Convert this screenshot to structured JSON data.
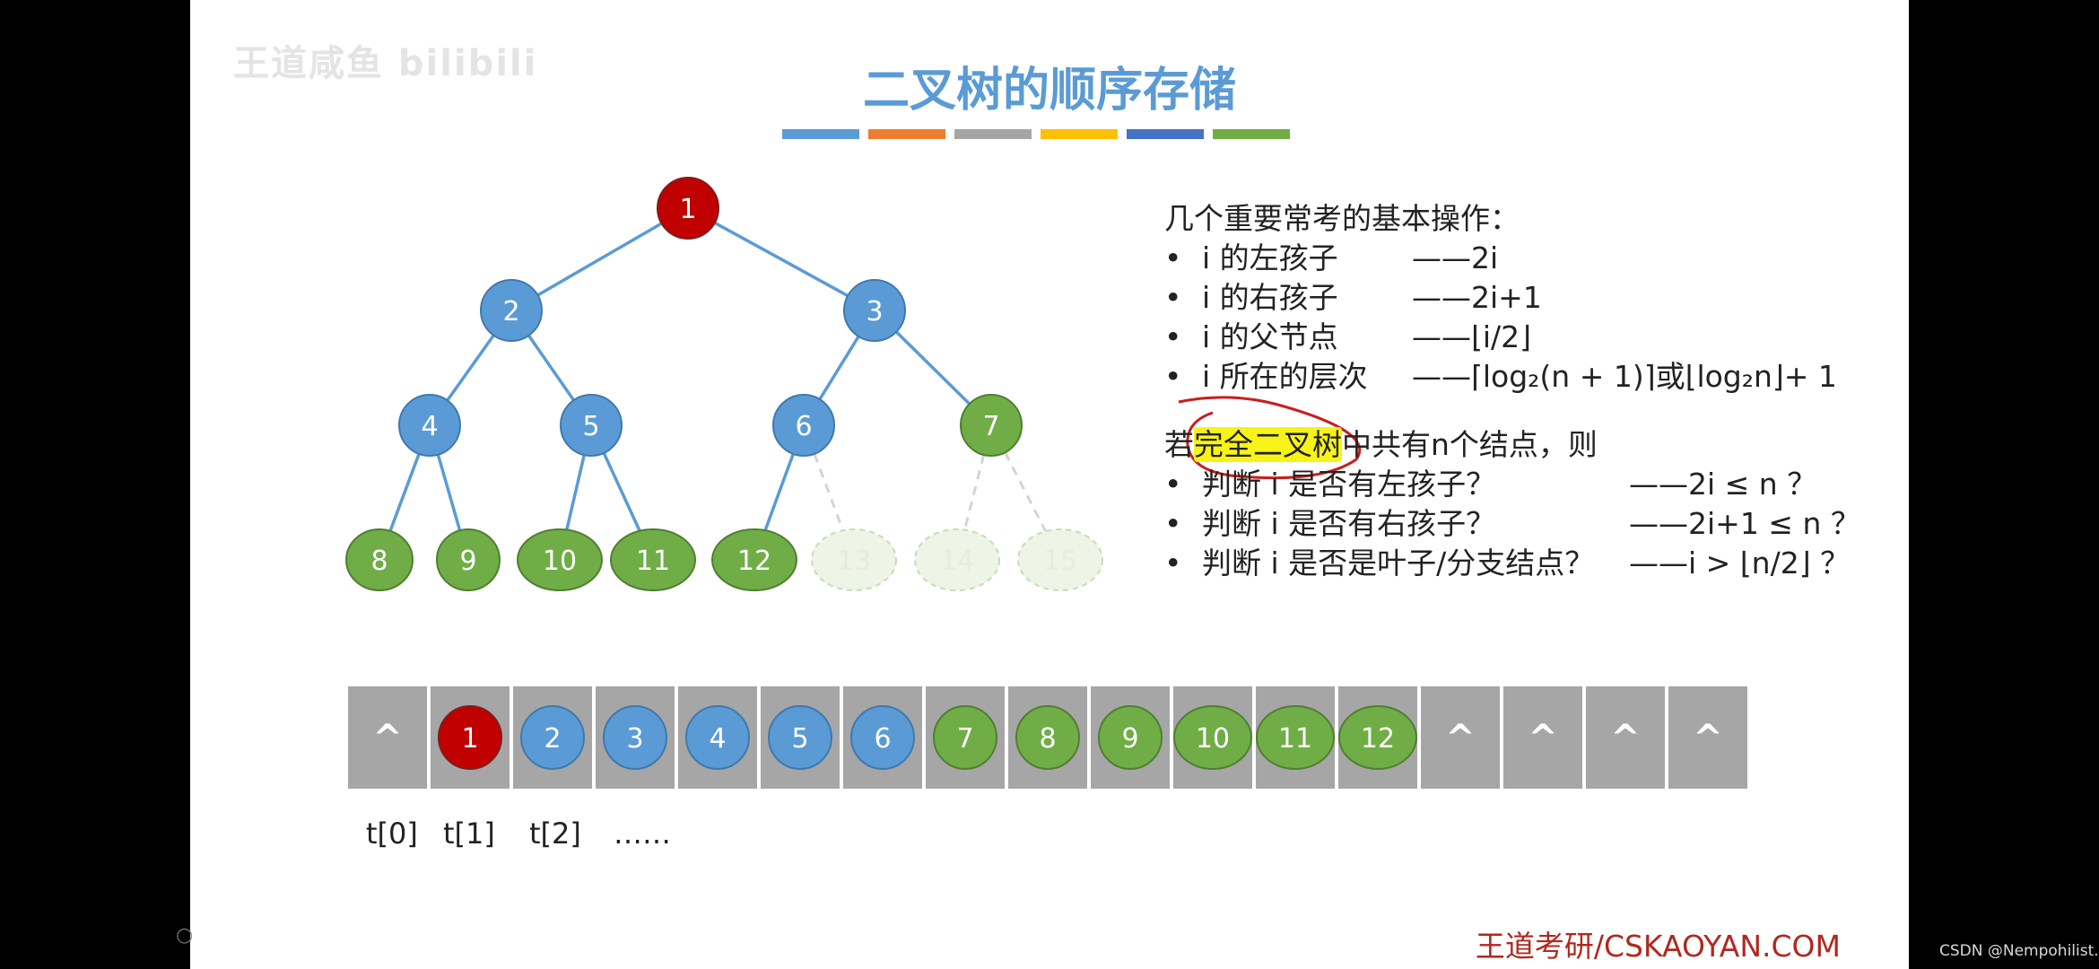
{
  "watermark": "王道咸鱼 bilibili",
  "title": "二叉树的顺序存储",
  "title_bar_colors": [
    "#5b9bd5",
    "#ed7d31",
    "#a5a5a5",
    "#ffc000",
    "#4472c4",
    "#70ad47"
  ],
  "colors": {
    "root": "#c00000",
    "blue": "#5b9bd5",
    "green": "#70ad47",
    "edge": "#5b9bd5",
    "array_bg": "#a6a6a6"
  },
  "tree": {
    "nodes": [
      {
        "label": "1",
        "color": "root"
      },
      {
        "label": "2",
        "color": "blue"
      },
      {
        "label": "3",
        "color": "blue"
      },
      {
        "label": "4",
        "color": "blue"
      },
      {
        "label": "5",
        "color": "blue"
      },
      {
        "label": "6",
        "color": "blue"
      },
      {
        "label": "7",
        "color": "green"
      },
      {
        "label": "8",
        "color": "green"
      },
      {
        "label": "9",
        "color": "green"
      },
      {
        "label": "10",
        "color": "green"
      },
      {
        "label": "11",
        "color": "green"
      },
      {
        "label": "12",
        "color": "green"
      },
      {
        "label": "13",
        "color": "faded"
      },
      {
        "label": "14",
        "color": "faded"
      },
      {
        "label": "15",
        "color": "faded"
      }
    ]
  },
  "ops": {
    "heading": "几个重要常考的基本操作：",
    "items": [
      {
        "label": "i 的左孩子",
        "formula": "——2i"
      },
      {
        "label": "i 的右孩子",
        "formula": "——2i+1"
      },
      {
        "label": "i 的父节点",
        "formula": "——⌊i/2⌋"
      },
      {
        "label": "i 所在的层次",
        "formula": "——⌈log₂(n + 1)⌉或⌊log₂n⌋+ 1"
      }
    ]
  },
  "complete": {
    "prefix": "若",
    "highlight": "完全二叉树",
    "suffix": "中共有n个结点，则",
    "items": [
      {
        "label": "判断 i 是否有左孩子？",
        "formula": "——2i ≤ n ？"
      },
      {
        "label": "判断 i 是否有右孩子？",
        "formula": "——2i+1 ≤ n ？"
      },
      {
        "label": "判断 i 是否是叶子/分支结点？",
        "formula": "——i > ⌊n/2⌋ ？"
      }
    ]
  },
  "array": {
    "cells": [
      "^",
      "1",
      "2",
      "3",
      "4",
      "5",
      "6",
      "7",
      "8",
      "9",
      "10",
      "11",
      "12",
      "^",
      "^",
      "^",
      "^"
    ],
    "index_labels": [
      "t[0]",
      "t[1]",
      "t[2]",
      "……"
    ]
  },
  "footer": "王道考研/CSKAOYAN.COM",
  "credit": "CSDN @Nempohilist."
}
